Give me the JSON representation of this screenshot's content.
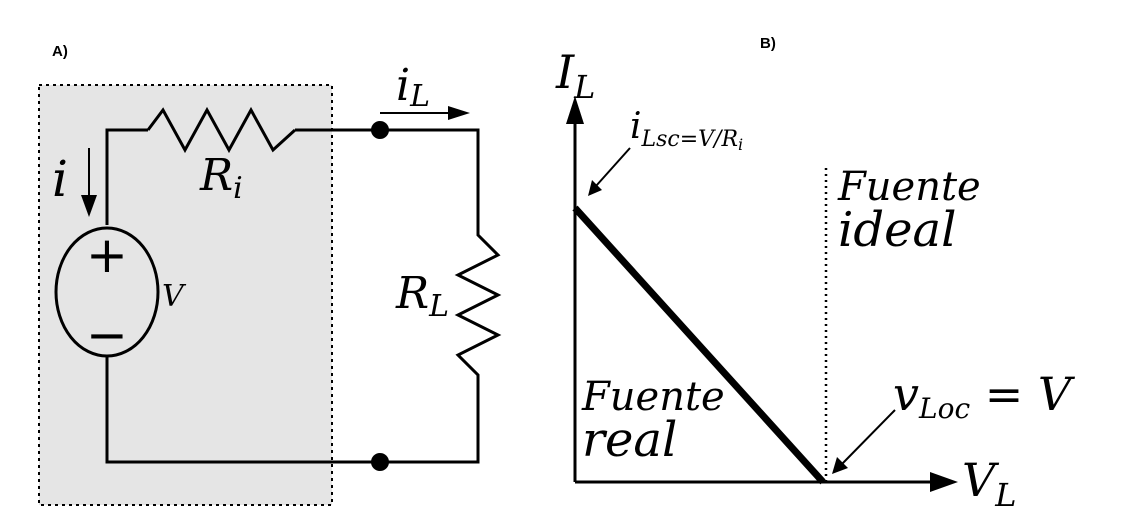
{
  "panel_a": {
    "label": "A)",
    "current_i": "i",
    "resistor_ri_main": "R",
    "resistor_ri_sub": "i",
    "plus": "+",
    "minus": "−",
    "source_v": "V",
    "current_il_main": "i",
    "current_il_sub": "L",
    "resistor_rl_main": "R",
    "resistor_rl_sub": "L"
  },
  "panel_b": {
    "label": "B)",
    "y_axis_main": "I",
    "y_axis_sub": "L",
    "x_axis_main": "V",
    "x_axis_sub": "L",
    "isc_main": "i",
    "isc_sub": "Lsc=V/R",
    "isc_subsub": "i",
    "ideal_line1": "Fuente",
    "ideal_line2": "ideal",
    "real_line1": "Fuente",
    "real_line2": "real",
    "voc_main": "v",
    "voc_sub": "Loc",
    "voc_rest": " = V"
  },
  "colors": {
    "thevenin_box_fill": "#e5e5e5",
    "ink": "#000000"
  }
}
